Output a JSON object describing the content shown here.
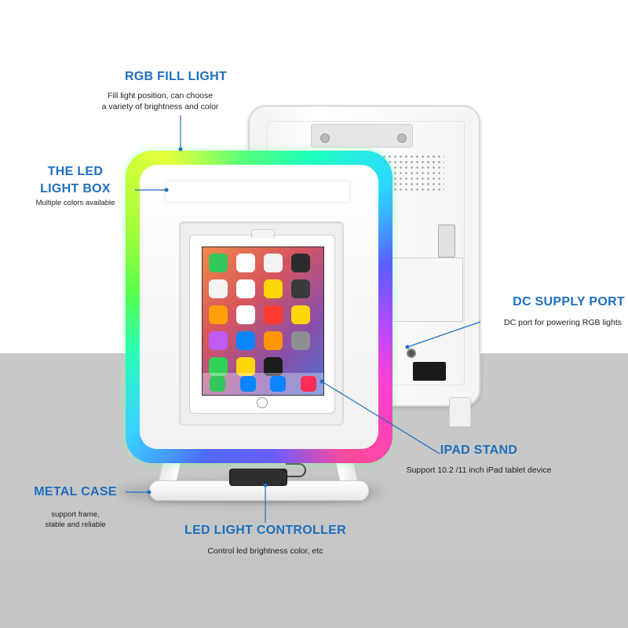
{
  "callouts": {
    "rgb_fill_light": {
      "title": "RGB FILL LIGHT",
      "desc_line1": "Fill light position, can choose",
      "desc_line2": "a variety of brightness and color"
    },
    "led_light_box": {
      "title_line1": "THE LED",
      "title_line2": "LIGHT BOX",
      "desc": "Multiple colors available"
    },
    "dc_supply_port": {
      "title": "DC SUPPLY PORT",
      "desc": "DC port for powering RGB lights"
    },
    "ipad_stand": {
      "title": "IPAD STAND",
      "desc": "Support 10.2 /11 inch iPad tablet device"
    },
    "metal_case": {
      "title": "METAL CASE",
      "desc_line1": "support frame,",
      "desc_line2": "stable and reliable"
    },
    "led_light_controller": {
      "title": "LED LIGHT CONTROLLER",
      "desc": "Control led brightness color, etc"
    }
  },
  "colors": {
    "callout_title": "#1e6fbf",
    "callout_line": "#1e6fbf",
    "floor": "#c6c6c6",
    "background": "#ffffff"
  },
  "apps": {
    "grid": [
      "#34c759",
      "#ffffff",
      "#f2f2f2",
      "#2c2c2e",
      "#f5f5f5",
      "#ffffff",
      "#ffd60a",
      "#3a3a3c",
      "#ff9f0a",
      "#ffffff",
      "#ff3b30",
      "#ffd60a",
      "#bf5af2",
      "#0a84ff",
      "#ff9500",
      "#8e8e93",
      "#30d158",
      "#ffd60a",
      "#1c1c1e"
    ],
    "dock": [
      "#34c759",
      "#0a84ff",
      "#0a84ff",
      "#ff2d55"
    ]
  }
}
